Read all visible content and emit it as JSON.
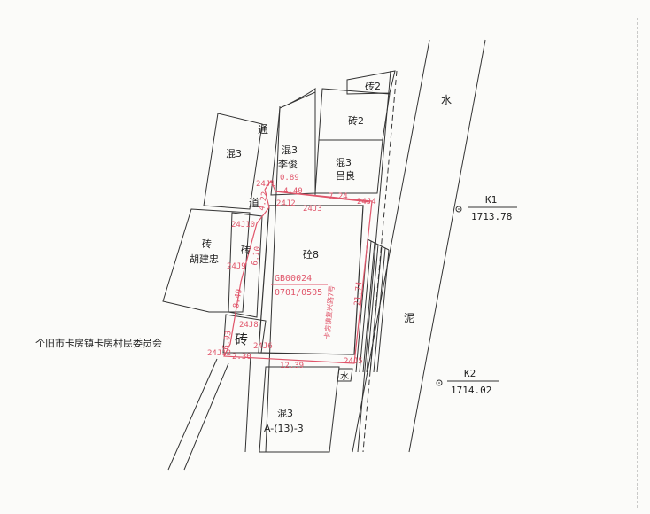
{
  "colors": {
    "line": "#333333",
    "parcel": "#e0556a",
    "paper": "#fbfbf9"
  },
  "road_labels": {
    "water": "水",
    "mud": "泥",
    "lane_a": "通",
    "lane_b": "道"
  },
  "buildings": {
    "b_zhuan2_top": "砖2",
    "b_zhuan2": "砖2",
    "b_hun3_left": "混3",
    "b_hun3_lijun": "混3",
    "owner_lijun": "李俊",
    "b_hun3_lvliang": "混3",
    "owner_lvliang": "吕良",
    "b_zhuan_hu": "砖",
    "owner_hu": "胡建忠",
    "b_zhuan_mid": "砖",
    "b_zhuan_bottom": "砖",
    "main_structure": "砼8",
    "b_hun3_south": "混3",
    "south_code": "A-(13)-3",
    "water_mark": "水"
  },
  "committee": "个旧市卡房镇卡房村民委员会",
  "parcel": {
    "code": "GB00024",
    "sheet": "0701/0505",
    "address": "卡房镇复兴路7号",
    "points": {
      "j1": "24J1",
      "j2": "24J2",
      "j3": "24J3",
      "j4": "24J4",
      "j5": "24J5",
      "j6": "24J6",
      "j8": "24J8",
      "j9": "24J9",
      "j10": "24J10",
      "j12": "24J12"
    },
    "lengths": {
      "d1": "0.89",
      "d2": "4.40",
      "d3": "7.24",
      "d4": "4.22",
      "d5": "21.74",
      "d6": "6.10",
      "d7": "8.49",
      "d8": "6.03",
      "d9": "2.30",
      "d10": "12.39"
    }
  },
  "control_points": [
    {
      "name": "K1",
      "elevation": "1713.78"
    },
    {
      "name": "K2",
      "elevation": "1714.02"
    }
  ]
}
